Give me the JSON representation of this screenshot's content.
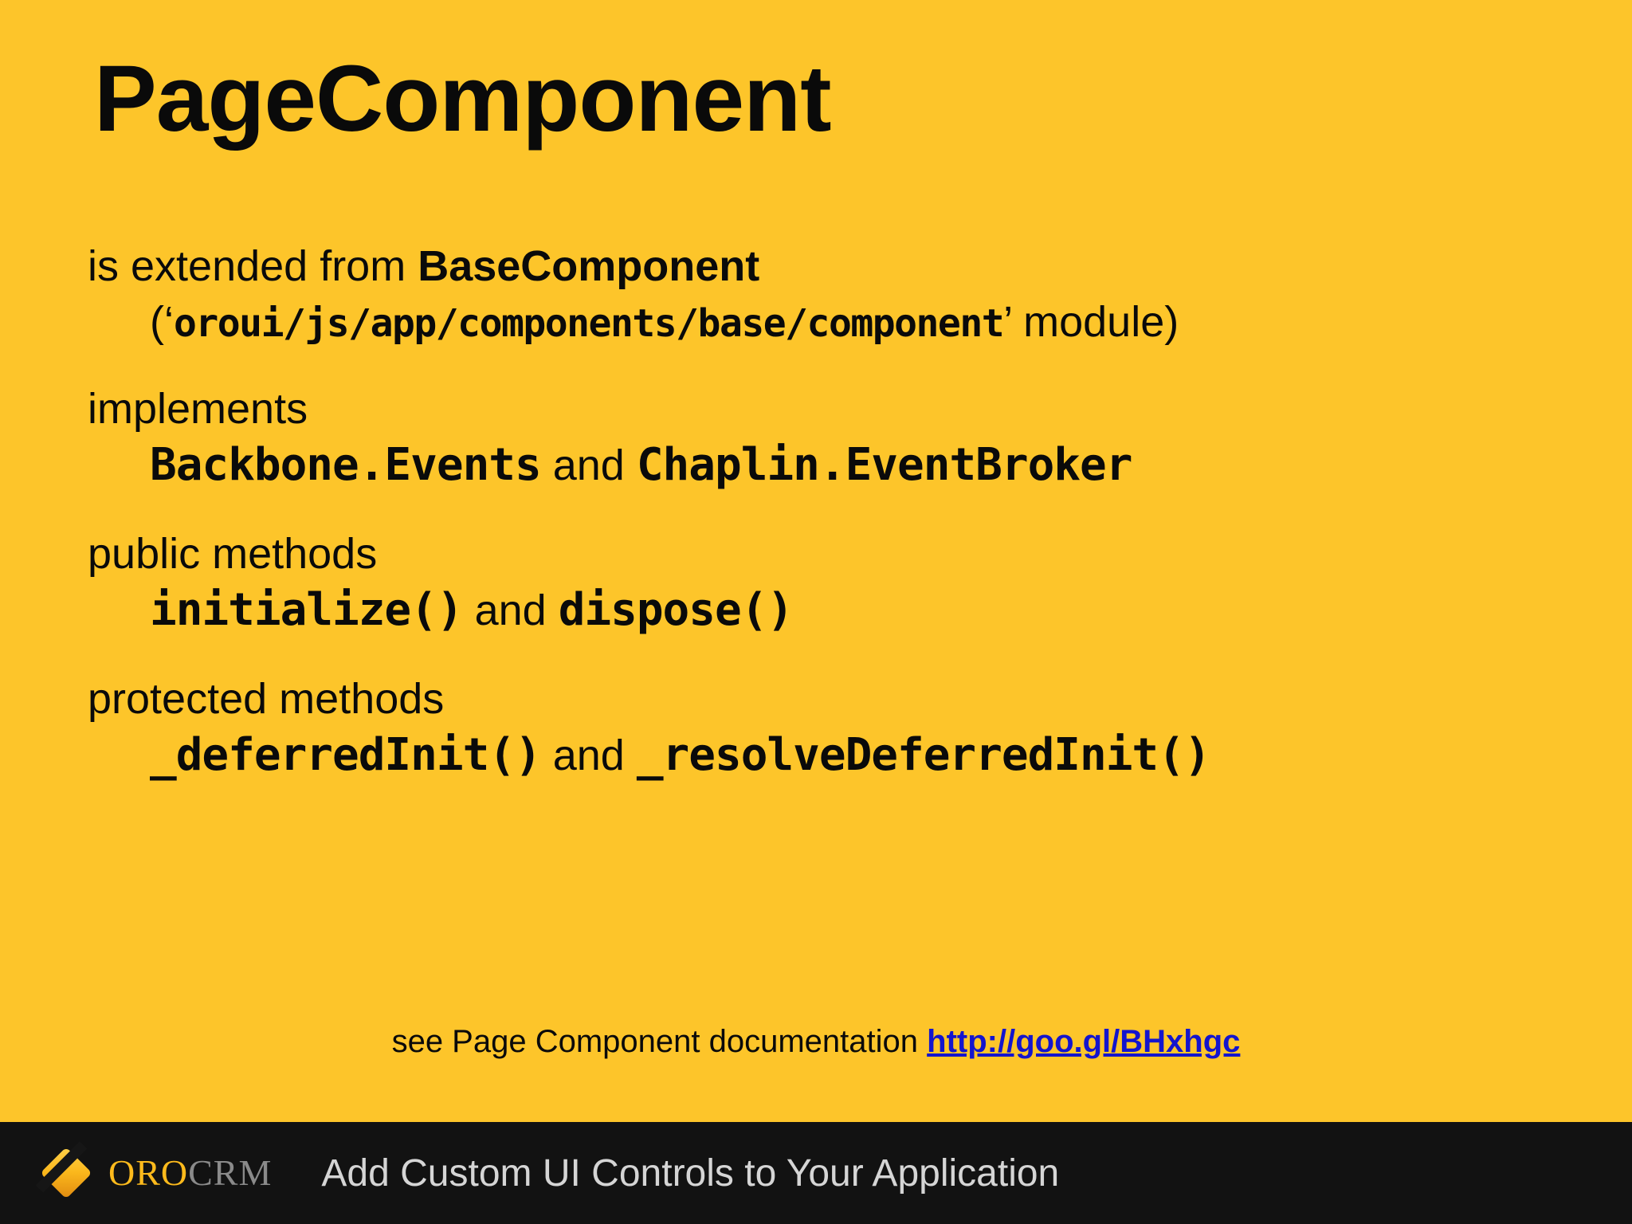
{
  "slide": {
    "background_color": "#FDC52A",
    "title": "PageComponent",
    "blocks": [
      {
        "lead_prefix": "is extended from ",
        "lead_bold": "BaseComponent",
        "sub_open": "(‘",
        "sub_code": "oroui/js/app/components/base/component",
        "sub_close": "’ module)"
      },
      {
        "lead_prefix": "implements",
        "sub_code_1": "Backbone.Events",
        "sub_and": " and ",
        "sub_code_2": "Chaplin.EventBroker"
      },
      {
        "lead_prefix": "public methods",
        "sub_code_1": "initialize()",
        "sub_and": " and ",
        "sub_code_2": "dispose()"
      },
      {
        "lead_prefix": "protected methods",
        "sub_code_1": "_deferredInit()",
        "sub_and": " and ",
        "sub_code_2": "_resolveDeferredInit()"
      }
    ],
    "doc_reference": {
      "text": "see Page Component documentation ",
      "link_label": "http://goo.gl/BHxhgc",
      "link_color": "#1415CD"
    }
  },
  "footer": {
    "background_color": "#121212",
    "logo": {
      "icon": "orocrm-diamond-logo",
      "brand_primary": "ORO",
      "brand_primary_color": "#FDBA1C",
      "brand_secondary": "CRM",
      "brand_secondary_color": "#8A8A8A"
    },
    "deck_title": "Add Custom UI Controls to Your Application"
  }
}
